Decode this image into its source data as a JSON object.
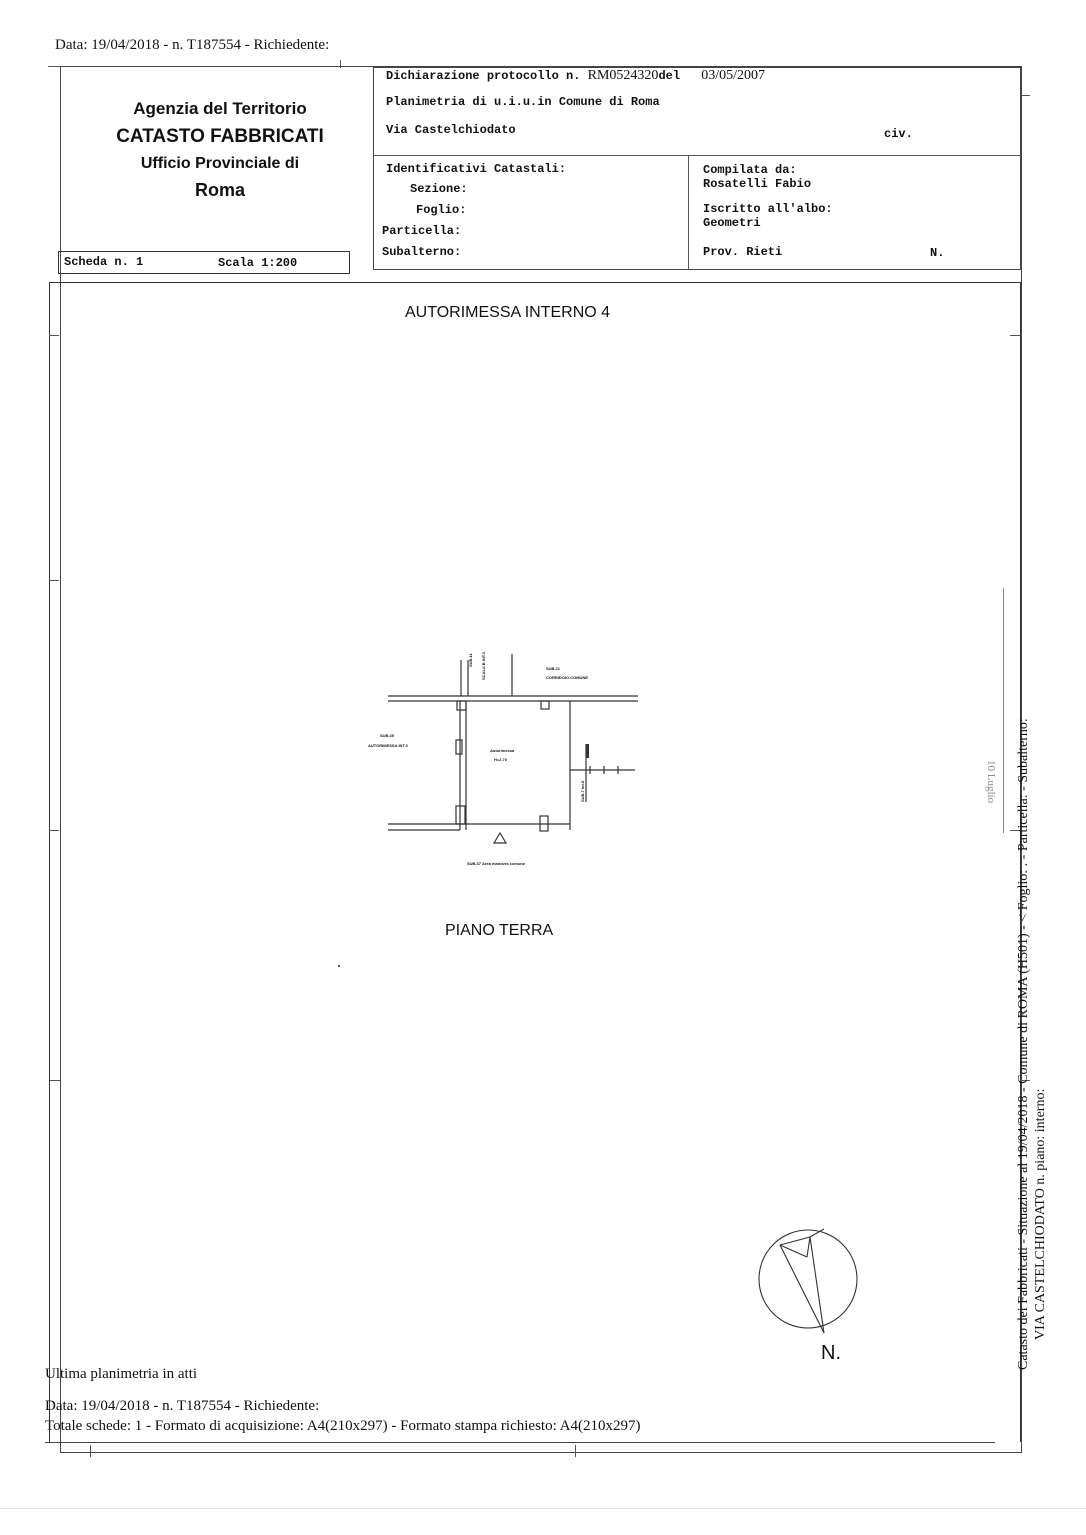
{
  "header_line": "Data: 19/04/2018 - n. T187554 - Richiedente:",
  "agency": {
    "line1": "Agenzia del Territorio",
    "line2": "CATASTO FABBRICATI",
    "line3": "Ufficio Provinciale di",
    "line4": "Roma"
  },
  "protocol": {
    "label": "Dichiarazione protocollo n.",
    "number": "RM0524320",
    "del_label": "del",
    "date": "03/05/2007"
  },
  "planimetria_line": "Planimetria di u.i.u.in Comune di Roma",
  "address": {
    "street": "Via Castelchiodato",
    "civ_label": "civ."
  },
  "identificativi": {
    "title": "Identificativi Catastali:",
    "sezione": "Sezione:",
    "foglio": "Foglio:",
    "particella": "Particella:",
    "subalterno": "Subalterno:"
  },
  "compilata": {
    "title": "Compilata da:",
    "name": "Rosatelli Fabio",
    "iscritto": "Iscritto all'albo:",
    "albo": "Geometri",
    "prov": "Prov. Rieti",
    "n_label": "N."
  },
  "scheda": {
    "label": "Scheda n. 1",
    "scala": "Scala 1:200"
  },
  "drawing": {
    "title": "AUTORIMESSA INTERNO 4",
    "floor": "PIANO TERRA",
    "labels": {
      "sub11": "SUB.11",
      "scale_int1": "SCALA B INT.1",
      "sub21": "SUB.21",
      "corridoio": "CORRIDOIO COMUNE",
      "sub35": "SUB.35",
      "autorimessa_int3": "AUTORIMESSA INT.3",
      "room_name": "Autorimessa",
      "room_height": "H=2.70",
      "sub37": "SUB.37 Area manovra comune",
      "side_label": "SUB.7 Int.5"
    },
    "north": "N."
  },
  "footer": {
    "ultima": "Ultima planimetria in atti",
    "data_line": "Data: 19/04/2018 - n. T187554 - Richiedente:",
    "totale_line": "Totale schede: 1 - Formato di acquisizione: A4(210x297) - Formato stampa richiesto: A4(210x297)"
  },
  "side_text": {
    "line1": "Catasto dei Fabbricati - Situazione al 19/04/2018 - Comune di ROMA (H501) - < Foglio: . - Particella: - Subalterno:",
    "line2": "VIA CASTELCHIODATO n. piano: interno:",
    "stamp": "10 Luglio"
  }
}
